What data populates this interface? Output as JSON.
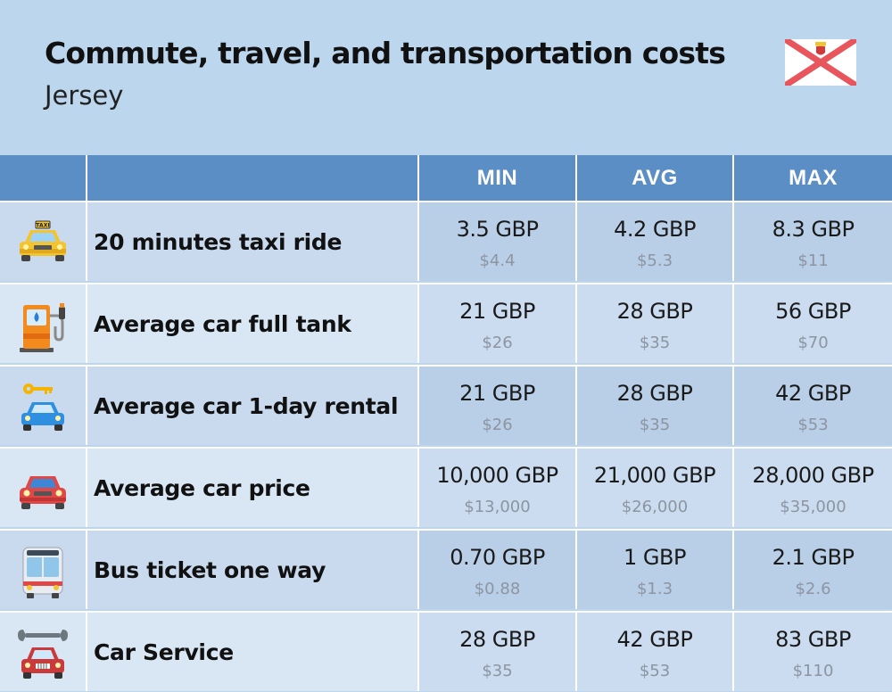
{
  "header": {
    "title": "Commute, travel, and transportation costs",
    "subtitle": "Jersey",
    "flag_icon": "jersey-flag-icon"
  },
  "table": {
    "columns": [
      "",
      "",
      "MIN",
      "AVG",
      "MAX"
    ],
    "rows": [
      {
        "icon": "taxi-icon",
        "label": "20 minutes taxi ride",
        "min": "3.5 GBP",
        "min_usd": "$4.4",
        "avg": "4.2 GBP",
        "avg_usd": "$5.3",
        "max": "8.3 GBP",
        "max_usd": "$11"
      },
      {
        "icon": "fuel-pump-icon",
        "label": "Average car full tank",
        "min": "21 GBP",
        "min_usd": "$26",
        "avg": "28 GBP",
        "avg_usd": "$35",
        "max": "56 GBP",
        "max_usd": "$70"
      },
      {
        "icon": "car-rental-key-icon",
        "label": "Average car 1-day rental",
        "min": "21 GBP",
        "min_usd": "$26",
        "avg": "28 GBP",
        "avg_usd": "$35",
        "max": "42 GBP",
        "max_usd": "$53"
      },
      {
        "icon": "car-icon",
        "label": "Average car price",
        "min": "10,000 GBP",
        "min_usd": "$13,000",
        "avg": "21,000 GBP",
        "avg_usd": "$26,000",
        "max": "28,000 GBP",
        "max_usd": "$35,000"
      },
      {
        "icon": "bus-icon",
        "label": "Bus ticket one way",
        "min": "0.70 GBP",
        "min_usd": "$0.88",
        "avg": "1 GBP",
        "avg_usd": "$1.3",
        "max": "2.1 GBP",
        "max_usd": "$2.6"
      },
      {
        "icon": "car-service-wrench-icon",
        "label": "Car Service",
        "min": "28 GBP",
        "min_usd": "$35",
        "avg": "42 GBP",
        "avg_usd": "$53",
        "max": "83 GBP",
        "max_usd": "$110"
      }
    ]
  },
  "colors": {
    "background": "#bcd6ee",
    "header_row": "#5b8ec4",
    "flag_saltire": "#e0434a"
  }
}
